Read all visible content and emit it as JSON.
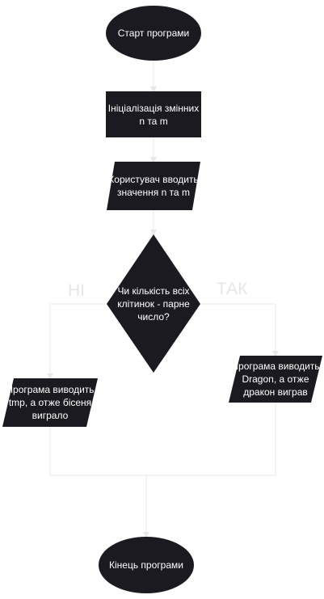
{
  "flowchart": {
    "start": "Старт програми",
    "init": "Ініціалізація змінних\nn та m",
    "input": "Користувач вводить\nзначення n та m",
    "decision": "Чи кількість всіх\nклітинок - парне\nчисло?",
    "branch_no": "НІ",
    "branch_yes": "ТАК",
    "output_no": "Програма виводить\ntmp, а отже бісеня\nвиграло",
    "output_yes": "Програма виводить\nDragon, а отже\nдракон виграв",
    "end": "Кінець програми"
  },
  "colors": {
    "shape_fill": "#1c1a21",
    "connector": "#e8e8e8",
    "branch_label": "#e6e6e6",
    "text": "#ffffff"
  }
}
